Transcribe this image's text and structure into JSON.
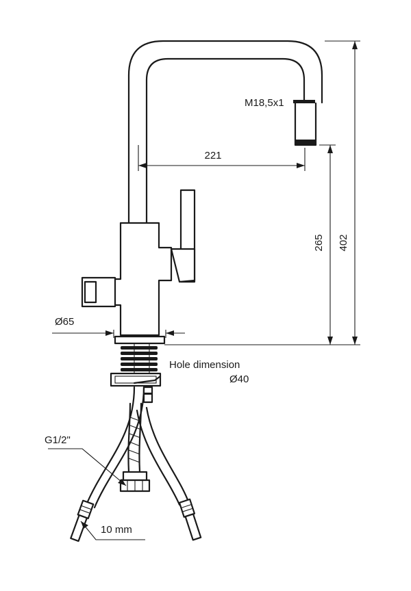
{
  "dimensions": {
    "spout_reach": "221",
    "outlet_height": "265",
    "total_height": "402",
    "base_diameter": "Ø65",
    "thread": "M18,5x1",
    "hole_label": "Hole dimension",
    "hole_diameter": "Ø40",
    "connection": "G1/2\"",
    "hose_size": "10 mm"
  },
  "colors": {
    "line": "#1a1a1a",
    "background": "#ffffff"
  }
}
